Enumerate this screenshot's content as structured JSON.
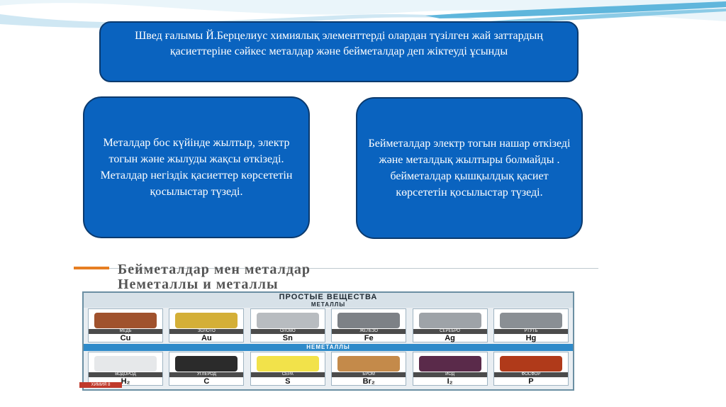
{
  "colors": {
    "box_fill": "#0a63bf",
    "box_border": "#0b3a6e",
    "wave_light": "#cfe7f3",
    "wave_mid": "#5fb6dc",
    "accent_orange": "#e67e22",
    "accent_line": "#bfc9cf"
  },
  "top_box": {
    "text": "Швед ғалымы Й.Берцелиус химиялық элементтерді олардан түзілген жай заттардың қасиеттеріне сәйкес металдар және бейметалдар деп жіктеуді ұсынды"
  },
  "left_box": {
    "line1": "Металдар бос күйінде жылтыр, электр тогын және жылуды жақсы өткізеді.",
    "line2": "Металдар негіздік қасиеттер көрсететін қосылыстар түзеді."
  },
  "right_box": {
    "text": "Бейметалдар электр тогын нашар өткізеді және металдық жылтыры болмайды . бейметалдар қышқылдық қасиет көрсететін қосылыстар түзеді."
  },
  "poster": {
    "title_line1": "Бейметалдар мен металдар",
    "title_line2": "Неметаллы и металлы",
    "band_main": "ПРОСТЫЕ ВЕЩЕСТВА",
    "band_metals": "МЕТАЛЛЫ",
    "band_nonmetals": "НЕМЕТАЛЛЫ",
    "metals": [
      {
        "name": "МЕДЬ",
        "symbol": "Cu",
        "icon": "teapot-icon",
        "color": "#a0522d"
      },
      {
        "name": "ЗОЛОТО",
        "symbol": "Au",
        "icon": "gold-bars-icon",
        "color": "#d4af37"
      },
      {
        "name": "ОЛОВО",
        "symbol": "Sn",
        "icon": "tin-icon",
        "color": "#b8bcc0"
      },
      {
        "name": "ЖЕЛЕЗО",
        "symbol": "Fe",
        "icon": "nails-icon",
        "color": "#7d8186"
      },
      {
        "name": "СЕРЕБРО",
        "symbol": "Ag",
        "icon": "coins-icon",
        "color": "#9ea3a8"
      },
      {
        "name": "РТУТЬ",
        "symbol": "Hg",
        "icon": "thermometer-icon",
        "color": "#8a8f94"
      }
    ],
    "nonmetals": [
      {
        "name": "ВОДОРОД",
        "symbol": "H₂",
        "icon": "balloon-icon",
        "color": "#e6e8ea"
      },
      {
        "name": "УГЛЕРОД",
        "symbol": "C",
        "icon": "coal-icon",
        "color": "#2b2b2b"
      },
      {
        "name": "СЕРА",
        "symbol": "S",
        "icon": "sulfur-icon",
        "color": "#f2e24a"
      },
      {
        "name": "БРОМ",
        "symbol": "Br₂",
        "icon": "bromine-icon",
        "color": "#c48a4a"
      },
      {
        "name": "ИОД",
        "symbol": "I₂",
        "icon": "iodine-icon",
        "color": "#5a2a4a"
      },
      {
        "name": "ФОСФОР",
        "symbol": "P",
        "icon": "phosphorus-icon",
        "color": "#b03a1a"
      }
    ],
    "footer_tag": "ХИМИЯ 8"
  }
}
